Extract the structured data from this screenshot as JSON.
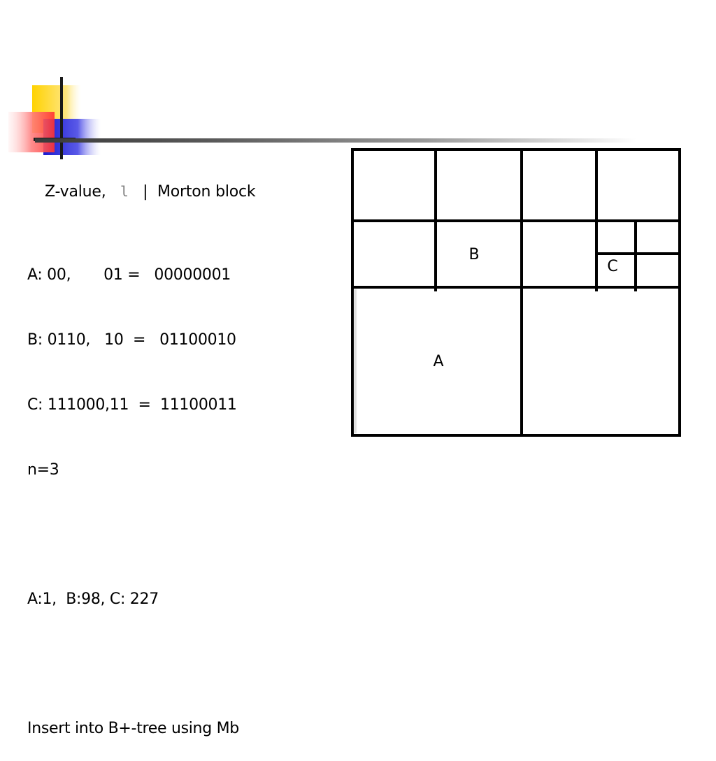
{
  "heading": {
    "z_value": "Z-value,",
    "level_symbol": "l",
    "separator": "|",
    "morton_block": "Morton block"
  },
  "lines": [
    "A: 00,       01 =   00000001",
    "B: 0110,   10  =   01100010",
    "C: 111000,11  =  11100011",
    "n=3",
    "",
    "A:1,  B:98, C: 227",
    "",
    "Insert into B+-tree using Mb"
  ],
  "blocks": {
    "a": "A",
    "b": "B",
    "c": "C"
  },
  "colors": {
    "logo_yellow": "#ffd700",
    "logo_blue": "#2a2ad8",
    "logo_red": "#ff4040"
  }
}
